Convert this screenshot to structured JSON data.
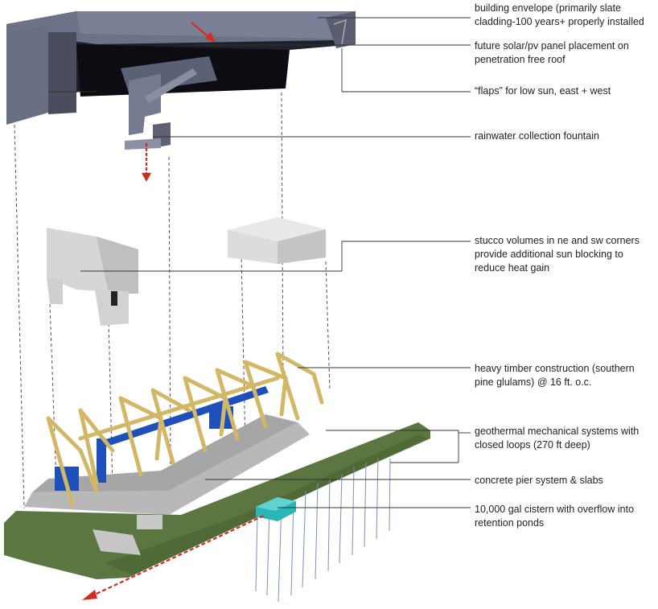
{
  "colors": {
    "roof": "#6e7288",
    "roof_dark": "#1c1c24",
    "stucco": "#d8d8d8",
    "timber": "#d2b866",
    "mech": "#1f4fb8",
    "concrete": "#b9b9b9",
    "ground": "#5f7a3e",
    "cistern": "#2ab6b6",
    "arrow": "#d42b1e",
    "leader": "#333333"
  },
  "labels": [
    {
      "id": "envelope",
      "lines": [
        "building envelope (primarily slate",
        "cladding-100 years+ properly installed"
      ]
    },
    {
      "id": "solar",
      "lines": [
        "future solar/pv panel placement on",
        "penetration free roof"
      ]
    },
    {
      "id": "flaps",
      "lines": [
        "“flaps” for low sun, east + west"
      ]
    },
    {
      "id": "rainwater",
      "lines": [
        "rainwater collection fountain"
      ]
    },
    {
      "id": "stucco",
      "lines": [
        "stucco volumes in ne and sw corners",
        "provide additional sun blocking to",
        "reduce heat gain"
      ]
    },
    {
      "id": "timber",
      "lines": [
        "heavy timber construction (southern",
        "pine glulams) @ 16 ft. o.c."
      ]
    },
    {
      "id": "geothermal",
      "lines": [
        "geothermal mechanical systems with",
        "closed loops (270 ft deep)"
      ]
    },
    {
      "id": "concrete",
      "lines": [
        "concrete pier system & slabs"
      ]
    },
    {
      "id": "cistern",
      "lines": [
        "10,000 gal cistern with overflow into",
        "retention ponds"
      ]
    }
  ]
}
